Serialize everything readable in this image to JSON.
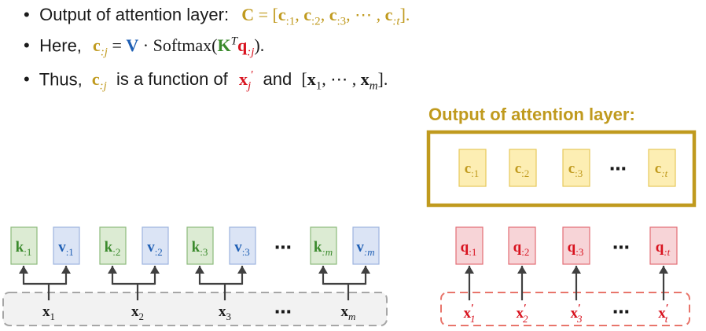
{
  "bullets": [
    {
      "label": "Output of attention layer:",
      "formula": [
        {
          "t": "C",
          "c": "gold",
          "b": true
        },
        {
          "t": " = [",
          "c": "gold"
        },
        {
          "t": "c",
          "c": "gold",
          "b": true
        },
        {
          "t": ":1",
          "c": "gold",
          "sub": true
        },
        {
          "t": ", ",
          "c": "gold"
        },
        {
          "t": "c",
          "c": "gold",
          "b": true
        },
        {
          "t": ":2",
          "c": "gold",
          "sub": true
        },
        {
          "t": ", ",
          "c": "gold"
        },
        {
          "t": "c",
          "c": "gold",
          "b": true
        },
        {
          "t": ":3",
          "c": "gold",
          "sub": true
        },
        {
          "t": ", ⋯ , ",
          "c": "gold"
        },
        {
          "t": "c",
          "c": "gold",
          "b": true
        },
        {
          "t": ":t",
          "c": "gold",
          "sub": true,
          "i": true
        },
        {
          "t": "].",
          "c": "gold"
        }
      ]
    },
    {
      "label": "Here,",
      "formula": [
        {
          "t": "c",
          "c": "gold",
          "b": true
        },
        {
          "t": ":j",
          "c": "gold",
          "sub": true,
          "i": true
        },
        {
          "t": " = ",
          "c": ""
        },
        {
          "t": "V",
          "c": "blue",
          "b": true
        },
        {
          "t": " · Softmax(",
          "c": ""
        },
        {
          "t": "K",
          "c": "green",
          "b": true
        },
        {
          "t": "T",
          "c": "",
          "sup": true,
          "i": true
        },
        {
          "t": "q",
          "c": "red",
          "b": true
        },
        {
          "t": ":j",
          "c": "red",
          "sub": true,
          "i": true
        },
        {
          "t": ").",
          "c": ""
        }
      ]
    },
    {
      "label": "Thus,",
      "formula": [
        {
          "t": "c",
          "c": "gold",
          "b": true
        },
        {
          "t": ":j",
          "c": "gold",
          "sub": true,
          "i": true
        }
      ],
      "label2": "is a function of",
      "formula2": [
        {
          "t": "x",
          "c": "red",
          "b": true
        },
        {
          "t": "j",
          "c": "red",
          "sub": true,
          "i": true
        },
        {
          "t": "′",
          "c": "red",
          "sup": true
        }
      ],
      "label3": "and",
      "formula3": [
        {
          "t": "[",
          "c": ""
        },
        {
          "t": "x",
          "c": "",
          "b": true
        },
        {
          "t": "1",
          "c": "",
          "sub": true
        },
        {
          "t": ", ⋯ , ",
          "c": ""
        },
        {
          "t": "x",
          "c": "",
          "b": true
        },
        {
          "t": "m",
          "c": "",
          "sub": true,
          "i": true
        },
        {
          "t": "].",
          "c": ""
        }
      ]
    }
  ],
  "output_heading": "Output of attention layer:",
  "ellipsis": "⋯",
  "c_boxes": [
    ":1",
    ":2",
    ":3",
    ":t"
  ],
  "c_letter": "c",
  "k_letter": "k",
  "v_letter": "v",
  "q_letter": "q",
  "x_letter": "x",
  "encoder_subs": [
    "1",
    "2",
    "3",
    "m"
  ],
  "kv_subs": [
    ":1",
    ":2",
    ":3",
    ":m"
  ],
  "q_subs": [
    ":1",
    ":2",
    ":3",
    ":t"
  ],
  "xprime_subs": [
    "1",
    "2",
    "3",
    "t"
  ],
  "prime": "′",
  "colors": {
    "gold": "#c09a1e",
    "gold_fill": "#fdeeb3",
    "gold_stroke": "#e7c95c",
    "green": "#3a8a2c",
    "green_fill": "#dcebd3",
    "green_stroke": "#8dbb7c",
    "blue": "#1f5fb4",
    "blue_fill": "#dbe4f5",
    "blue_stroke": "#9db3de",
    "red": "#d8121e",
    "red_fill": "#f7d4d7",
    "red_stroke": "#e36d76",
    "gray_dash": "#a6a6a6",
    "red_dash": "#e8756b"
  }
}
